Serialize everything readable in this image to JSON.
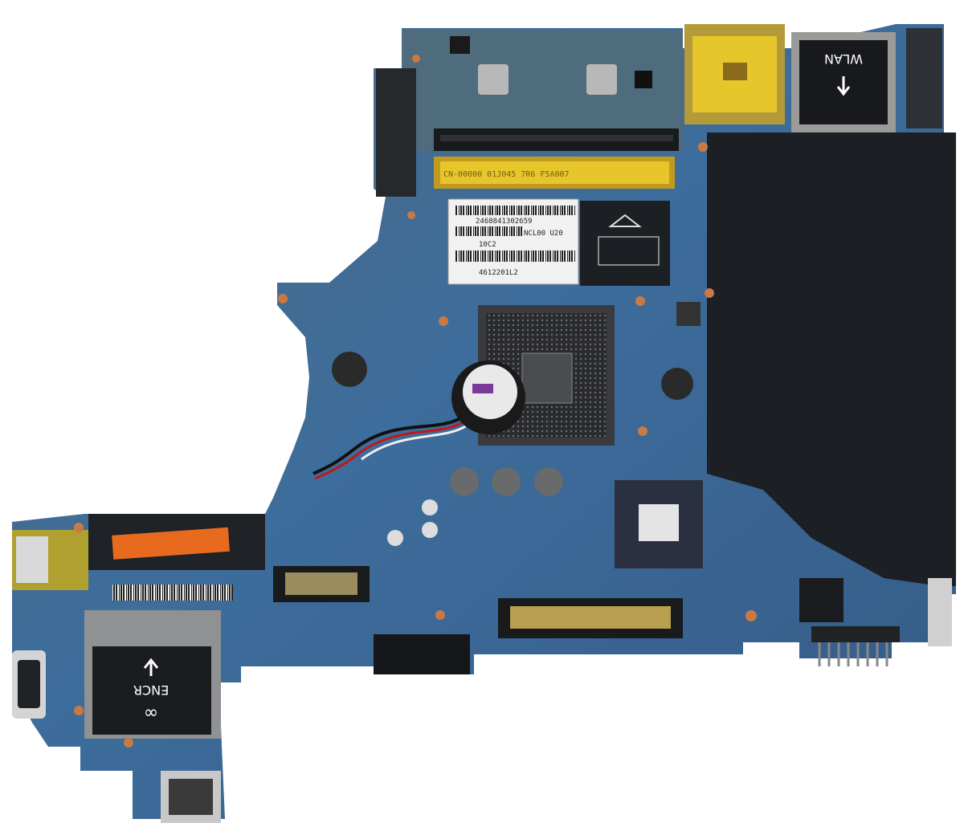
{
  "photo": {
    "colors": {
      "background": "#ffffff",
      "pcb": "#3f5f78",
      "pcb_blue": "#3d74b3",
      "pcb_dark": "#1d2430",
      "shield": "#1c1f24",
      "gold": "#e7c62c",
      "orange": "#e86a1e",
      "label": "#f1f1f1",
      "copper": "#c97a44"
    },
    "labels": {
      "wlan": "WLAN",
      "encr": "ENCR",
      "barcode_line1": "2468841302659",
      "barcode_line2": "NCL00 U20",
      "barcode_line3": "10C2",
      "barcode_line4": "4612201L2",
      "ram_strip": "CN-00000 01J045 7R6 F5A007"
    },
    "icons": {
      "wlan_arrow": "arrow-down-icon",
      "encr_arrow": "arrow-up-icon",
      "encr_logo": "infinity-icon"
    }
  }
}
